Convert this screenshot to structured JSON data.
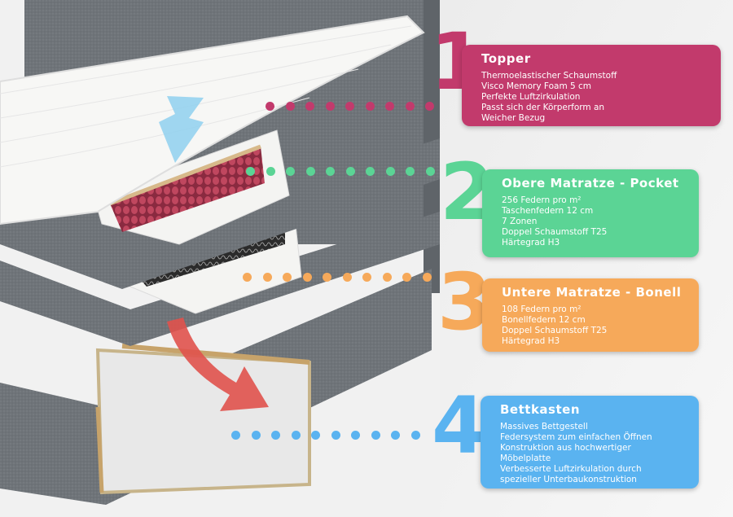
{
  "colors": {
    "topper": "#c23a6c",
    "oben": "#5bd495",
    "unten": "#f6a95a",
    "bettkasten": "#5ab3f0",
    "fabric": "#6f7479",
    "foam": "#f4f4f2",
    "springs": "#b43a55",
    "air_arrow": "#8fd0ef",
    "down_arrow": "#e0524d"
  },
  "sections": [
    {
      "number": "1",
      "title": "Topper",
      "color": "#c23a6c",
      "features": [
        "Thermoelastischer Schaumstoff",
        "Visco Memory Foam 5 cm",
        "Perfekte Luftzirkulation",
        "Passt sich der Körperform an",
        "Weicher Bezug"
      ]
    },
    {
      "number": "2",
      "title": "Obere Matratze - Pocket",
      "color": "#5bd495",
      "features": [
        "256 Federn pro m²",
        "Taschenfedern 12 cm",
        "7 Zonen",
        "Doppel Schaumstoff T25",
        "Härtegrad H3"
      ]
    },
    {
      "number": "3",
      "title": "Untere Matratze - Bonell",
      "color": "#f6a95a",
      "features": [
        "108 Federn pro m²",
        "Bonellfedern 12 cm",
        "Doppel Schaumstoff T25",
        "Härtegrad H3"
      ]
    },
    {
      "number": "4",
      "title": "Bettkasten",
      "color": "#5ab3f0",
      "features": [
        "Massives Bettgestell",
        "Federsystem zum einfachen Öffnen",
        "Konstruktion aus hochwertiger",
        "Möbelplatte",
        "Verbesserte Luftzirkulation durch",
        "spezieller Unterbaukonstruktion"
      ]
    }
  ]
}
